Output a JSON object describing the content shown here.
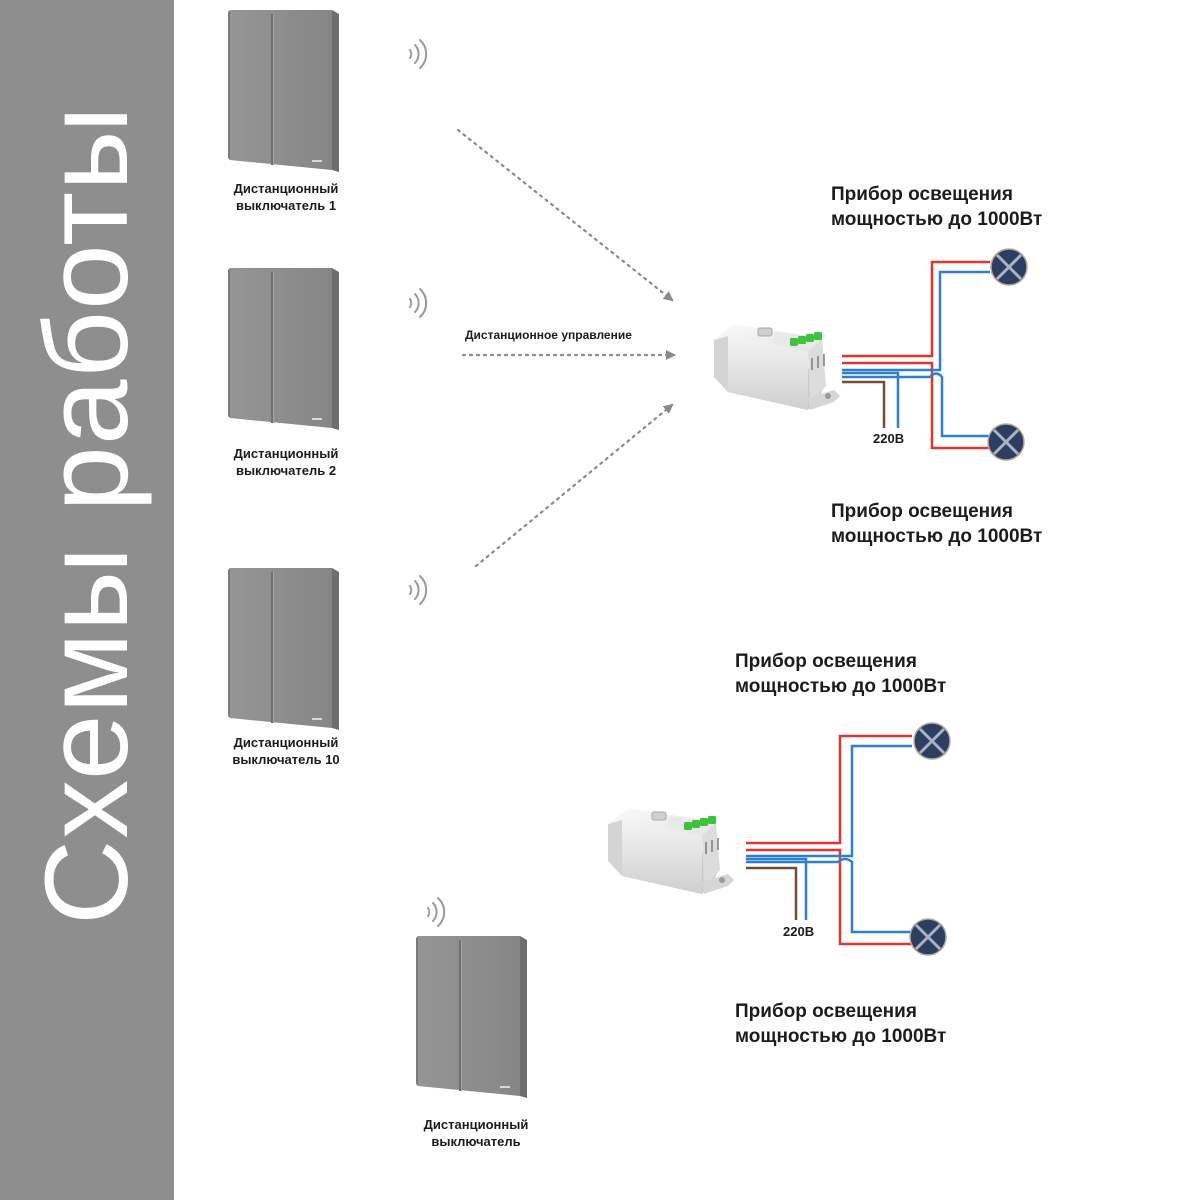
{
  "sidebar": {
    "title": "Схемы работы"
  },
  "scheme1": {
    "switches": [
      {
        "label_line1": "Дистанционный",
        "label_line2": "выключатель 1"
      },
      {
        "label_line1": "Дистанционный",
        "label_line2": "выключатель 2"
      },
      {
        "label_line1": "Дистанционный",
        "label_line2": "выключатель 10"
      }
    ],
    "remote_label": "Дистанционное управление",
    "lamp_top": {
      "line1": "Прибор освещения",
      "line2": "мощностью до 1000Вт"
    },
    "lamp_bottom": {
      "line1": "Прибор освещения",
      "line2": "мощностью до 1000Вт"
    },
    "voltage": "220В"
  },
  "scheme2": {
    "switch": {
      "label_line1": "Дистанционный",
      "label_line2": "выключатель"
    },
    "lamp_top": {
      "line1": "Прибор освещения",
      "line2": "мощностью до 1000Вт"
    },
    "lamp_bottom": {
      "line1": "Прибор освещения",
      "line2": "мощностью до 1000Вт"
    },
    "voltage": "220В"
  },
  "colors": {
    "sidebar": "#8e8e8e",
    "switch_panel": "#8c8c8c",
    "wire_phase": "#e4342e",
    "wire_neutral": "#2f7fd0",
    "wire_brown": "#7a4a33",
    "lamp": "#2c3f63",
    "terminal": "#3cc43c",
    "arrow": "#8a8a8a"
  }
}
